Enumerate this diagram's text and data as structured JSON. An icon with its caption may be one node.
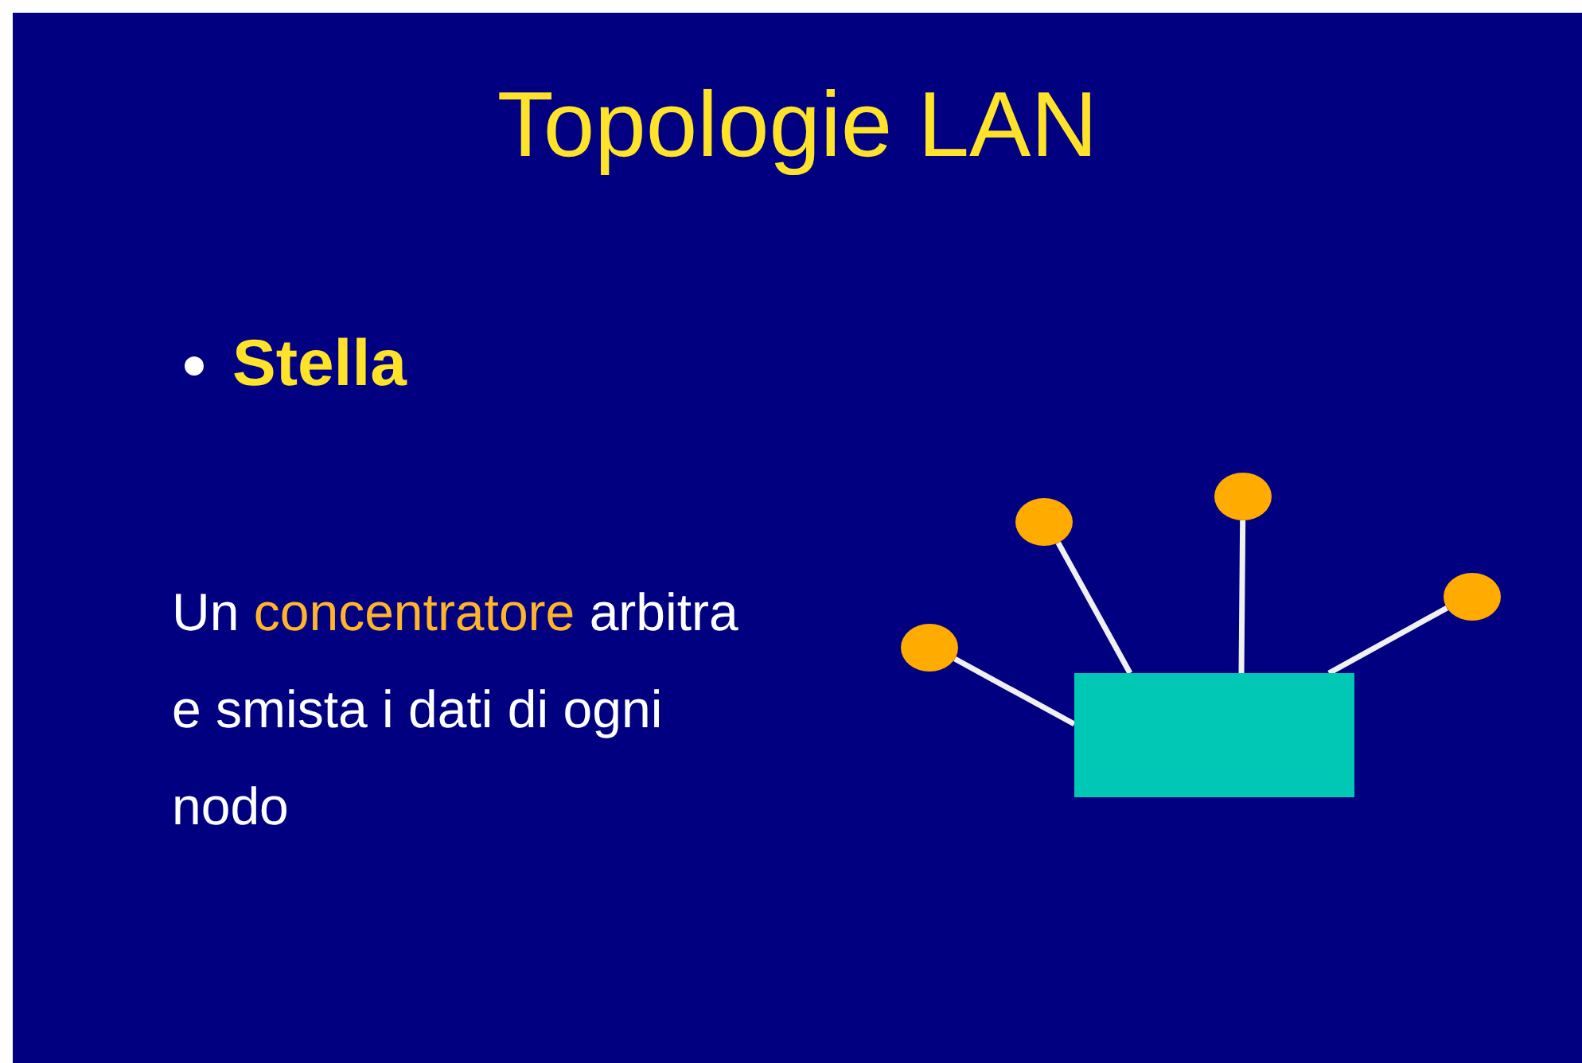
{
  "diagram": {
    "title": "Topologie LAN",
    "nodes": [
      {
        "text": [],
        "shape": "circle"
      },
      {
        "text": [],
        "shape": "circle"
      },
      {
        "text": [],
        "shape": "circle"
      },
      {
        "text": [],
        "shape": "circle"
      },
      {
        "text": [],
        "shape": "box"
      }
    ],
    "edges": [
      {
        "from": 0,
        "to": 4,
        "arrow": "none"
      },
      {
        "from": 1,
        "to": 4,
        "arrow": "none"
      },
      {
        "from": 2,
        "to": 4,
        "arrow": "none"
      },
      {
        "from": 3,
        "to": 4,
        "arrow": "none"
      }
    ],
    "labels": [
      "Stella",
      "Un *concentratore* arbitra e smista i dati di ogni nodo"
    ]
  }
}
